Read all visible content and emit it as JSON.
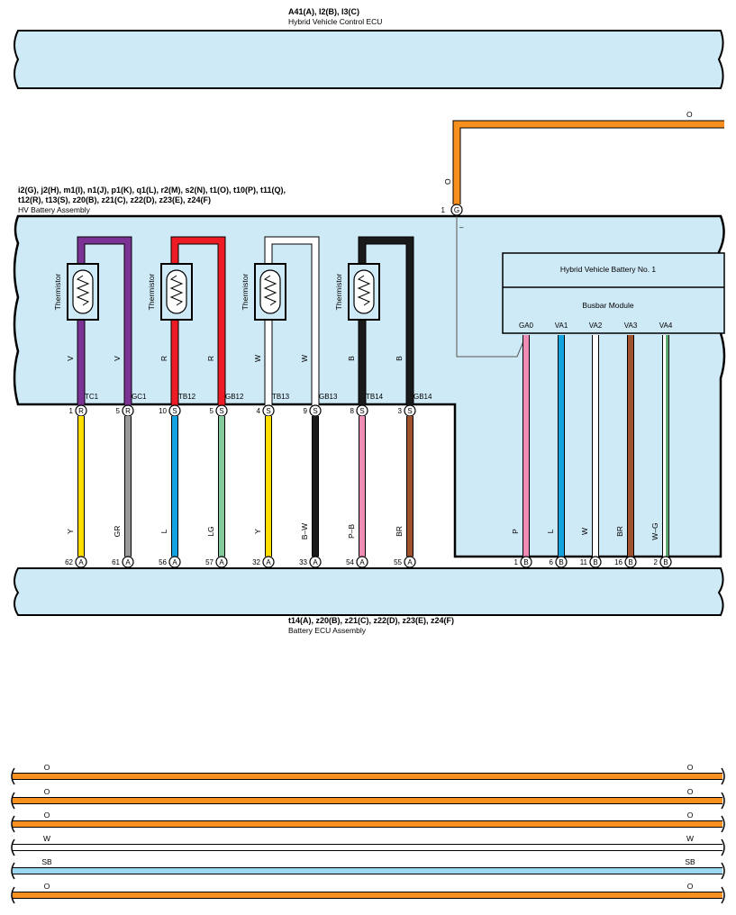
{
  "ecu_top": {
    "connectors": "A41(A), I2(B), I3(C)",
    "name": "Hybrid Vehicle Control ECU"
  },
  "hv_battery": {
    "connectors_line1": "i2(G), j2(H), m1(I), n1(J), p1(K), q1(L), r2(M), s2(N), t1(O), t10(P), t11(Q),",
    "connectors_line2": "t12(R), t13(S), z20(B), z21(C), z22(D), z23(E), z24(F)",
    "name": "HV Battery Assembly",
    "thermistor_label": "Thermistor",
    "feed_wire": {
      "color_code": "O",
      "pin": "1",
      "connector": "G",
      "hex": "#f7901e"
    }
  },
  "battery_module": {
    "title": "Hybrid Vehicle Battery No.  1",
    "busbar": "Busbar Module"
  },
  "thermistor_pairs": [
    {
      "wire_top": [
        "V",
        "V"
      ],
      "hex": "#7b3294",
      "terminals": [
        "TC1",
        "GC1"
      ],
      "pins": [
        "1",
        "5"
      ],
      "connector": "R",
      "lower": [
        {
          "code": "Y",
          "hex": "#ffde00",
          "ecu_pin": "62",
          "ecu_conn": "A",
          "ecu_term": "TC1"
        },
        {
          "code": "GR",
          "hex": "#9a9a9a",
          "ecu_pin": "61",
          "ecu_conn": "A",
          "ecu_term": "GC1"
        }
      ]
    },
    {
      "wire_top": [
        "R",
        "R"
      ],
      "hex": "#ed1c24",
      "terminals": [
        "TB12",
        "GB12"
      ],
      "pins": [
        "10",
        "5"
      ],
      "connector": "S",
      "lower": [
        {
          "code": "L",
          "hex": "#12a3e0",
          "ecu_pin": "56",
          "ecu_conn": "A",
          "ecu_term": "TB12"
        },
        {
          "code": "LG",
          "hex": "#84c99b",
          "ecu_pin": "57",
          "ecu_conn": "A",
          "ecu_term": "GB12"
        }
      ]
    },
    {
      "wire_top": [
        "W",
        "W"
      ],
      "hex": "#ffffff",
      "terminals": [
        "TB13",
        "GB13"
      ],
      "pins": [
        "4",
        "9"
      ],
      "connector": "S",
      "lower": [
        {
          "code": "Y",
          "hex": "#ffde00",
          "ecu_pin": "32",
          "ecu_conn": "A",
          "ecu_term": "TB13"
        },
        {
          "code": "B–W",
          "hex": "#1a1a1a",
          "ecu_pin": "33",
          "ecu_conn": "A",
          "ecu_term": "GB13"
        }
      ]
    },
    {
      "wire_top": [
        "B",
        "B"
      ],
      "hex": "#1a1a1a",
      "terminals": [
        "TB14",
        "GB14"
      ],
      "pins": [
        "8",
        "3"
      ],
      "connector": "S",
      "lower": [
        {
          "code": "P–B",
          "hex": "#ef8cb6",
          "ecu_pin": "54",
          "ecu_conn": "A",
          "ecu_term": "TB14"
        },
        {
          "code": "BR",
          "hex": "#a0522d",
          "ecu_pin": "55",
          "ecu_conn": "A",
          "ecu_term": "GB14"
        }
      ]
    }
  ],
  "busbar_wires": [
    {
      "term": "GA0",
      "code": "P",
      "hex": "#ef8cb6",
      "pin": "1",
      "conn": "B"
    },
    {
      "term": "VA1",
      "code": "L",
      "hex": "#12a3e0",
      "pin": "6",
      "conn": "B"
    },
    {
      "term": "VA2",
      "code": "W",
      "hex": "#ffffff",
      "pin": "11",
      "conn": "B"
    },
    {
      "term": "VA3",
      "code": "BR",
      "hex": "#a0522d",
      "pin": "16",
      "conn": "B"
    },
    {
      "term": "VA4",
      "code": "W–G",
      "hex": "#ffffff",
      "stripe": "#1f8a3c",
      "pin": "2",
      "conn": "B"
    }
  ],
  "ecu_bottom": {
    "connectors": "t14(A), z20(B), z21(C), z22(D), z23(E), z24(F)",
    "name": "Battery ECU Assembly"
  },
  "bottom_wires": [
    {
      "code": "O",
      "hex": "#f7901e"
    },
    {
      "code": "O",
      "hex": "#f7901e"
    },
    {
      "code": "O",
      "hex": "#f7901e"
    },
    {
      "code": "W",
      "hex": "#ffffff"
    },
    {
      "code": "SB",
      "hex": "#9ad7f1"
    },
    {
      "code": "O",
      "hex": "#f7901e"
    }
  ],
  "colors": {
    "component_fill": "#cfeaf7",
    "outline": "#000000",
    "feed_orange": "#f7901e"
  }
}
